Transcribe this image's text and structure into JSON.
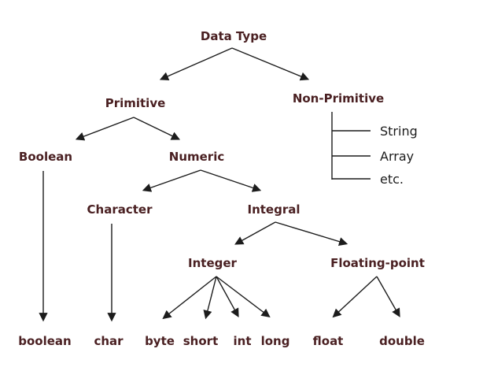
{
  "diagram": {
    "colors": {
      "node_text": "#4a2022",
      "line": "#1c1c1c",
      "list_text": "#1c1c1c",
      "background": "#ffffff"
    },
    "root": {
      "label": "Data Type"
    },
    "primitive": {
      "label": "Primitive",
      "boolean": {
        "label": "Boolean",
        "leaf": "boolean"
      },
      "numeric": {
        "label": "Numeric",
        "character": {
          "label": "Character",
          "leaf": "char"
        },
        "integral": {
          "label": "Integral",
          "integer": {
            "label": "Integer",
            "leaves": [
              "byte",
              "short",
              "int",
              "long"
            ]
          },
          "floating_point": {
            "label": "Floating-point",
            "leaves": [
              "float",
              "double"
            ]
          }
        }
      }
    },
    "non_primitive": {
      "label": "Non-Primitive",
      "items": [
        "String",
        "Array",
        "etc."
      ]
    }
  }
}
